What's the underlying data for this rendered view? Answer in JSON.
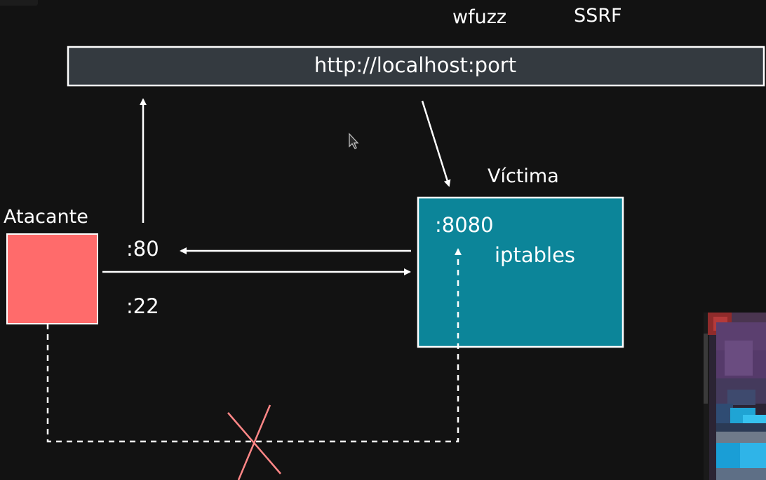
{
  "top_labels": {
    "tool": "wfuzz",
    "technique": "SSRF"
  },
  "url_bar": {
    "text": "http://localhost:port"
  },
  "attacker": {
    "label": "Atacante",
    "port_80": ":80",
    "port_22": ":22"
  },
  "victim": {
    "label": "Víctima",
    "port": ":8080",
    "firewall": "iptables"
  },
  "colors": {
    "background": "#121212",
    "attacker_fill": "#ff6b6b",
    "victim_fill": "#0c8599",
    "url_bar_fill": "#343a40",
    "cross": "#ff8787",
    "stroke": "#ffffff"
  }
}
